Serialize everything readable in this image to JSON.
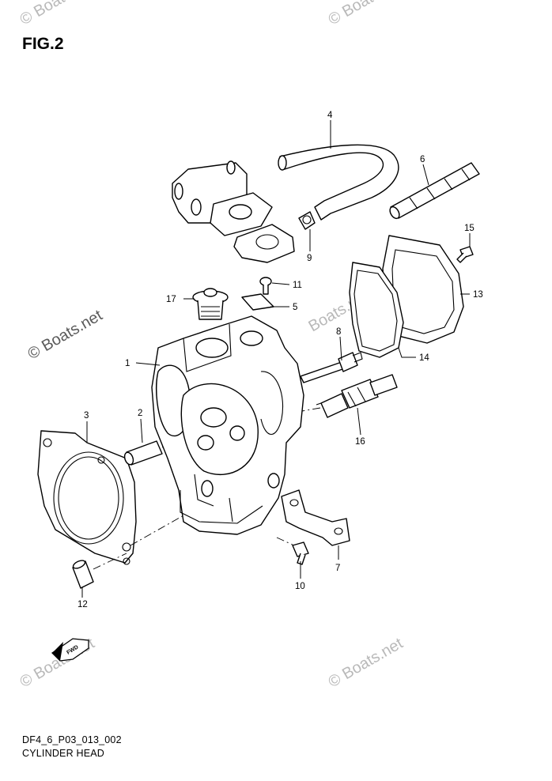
{
  "figure": {
    "title": "FIG.2",
    "code": "DF4_6_P03_013_002",
    "name": "CYLINDER HEAD"
  },
  "watermarks": {
    "center": "© Boats.net",
    "corner": "© Boats.net",
    "corner_short": "Boats.net"
  },
  "fwd_marker": "FWD",
  "callouts": {
    "p1": "1",
    "p2": "2",
    "p3": "3",
    "p4": "4",
    "p5": "5",
    "p6": "6",
    "p7": "7",
    "p8": "8",
    "p9": "9",
    "p10": "10",
    "p11": "11",
    "p12": "12",
    "p13": "13",
    "p14": "14",
    "p15": "15",
    "p16": "16",
    "p17": "17"
  },
  "icons": {
    "fwd_arrow": "fwd-arrow-icon"
  }
}
